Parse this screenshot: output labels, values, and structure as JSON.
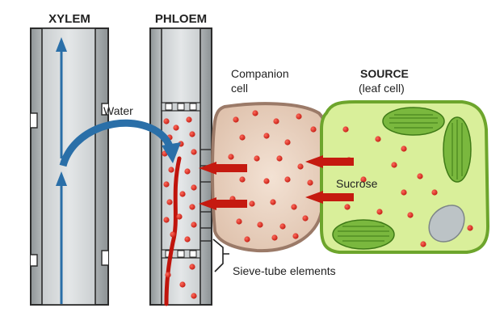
{
  "labels": {
    "xylem": "XYLEM",
    "phloem": "PHLOEM",
    "companion_line1": "Companion",
    "companion_line2": "cell",
    "source_title": "SOURCE",
    "source_sub": "(leaf cell)",
    "water": "Water",
    "sucrose": "Sucrose",
    "sieve_tube": "Sieve-tube elements"
  },
  "colors": {
    "tube_fill": "#b7bcbe",
    "tube_highlight": "#e3e6e7",
    "tube_outline": "#2b2b2b",
    "water_arrow": "#2a6fa8",
    "sugar_dot": "#d42a1f",
    "sugar_arrow": "#c51a10",
    "sap_flow": "#c0140c",
    "companion_fill": "#ecd5c3",
    "companion_outline": "#9b7a68",
    "leaf_fill": "#d9ef9a",
    "leaf_outline": "#6da52c",
    "chloroplast": "#7ab83e",
    "vacuole": "#bcc3c6"
  },
  "icons": {
    "water_arrow": "curved-arrow",
    "sugar_arrow": "arrow-left"
  }
}
